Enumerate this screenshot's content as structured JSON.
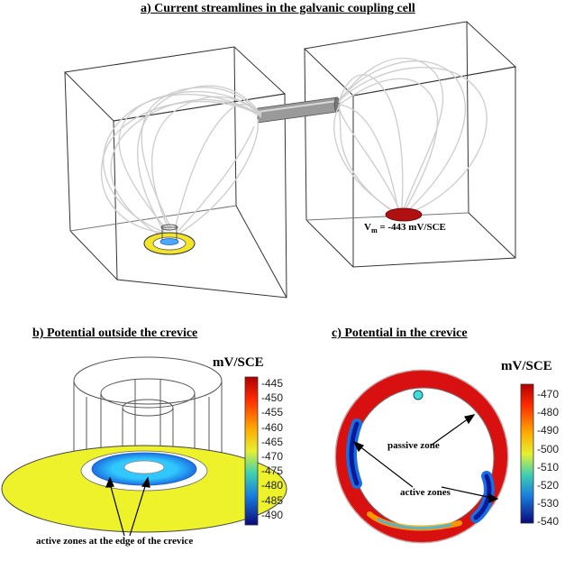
{
  "panel_a": {
    "title": "a) Current streamlines in the galvanic coupling cell",
    "vm_prefix": "V",
    "vm_sub": "m",
    "vm_value": " = -443 mV/SCE"
  },
  "panel_b": {
    "title": "b) Potential outside the crevice",
    "unit": "mV/SCE",
    "ticks": [
      "-445",
      "-450",
      "-455",
      "-460",
      "-465",
      "-470",
      "-475",
      "-480",
      "-485",
      "-490"
    ],
    "annotation": "active zones at the edge of the crevice"
  },
  "panel_c": {
    "title": "c) Potential in the crevice",
    "unit": "mV/SCE",
    "ticks": [
      "-470",
      "-480",
      "-490",
      "-500",
      "-510",
      "-520",
      "-530",
      "-540"
    ],
    "passive_label": "passive zone",
    "active_label": "active zones"
  },
  "colors": {
    "high": "#cc0000",
    "low": "#0a0a8a",
    "yellow_disk": "#eef22a",
    "streamline": "#cfcfcf"
  }
}
